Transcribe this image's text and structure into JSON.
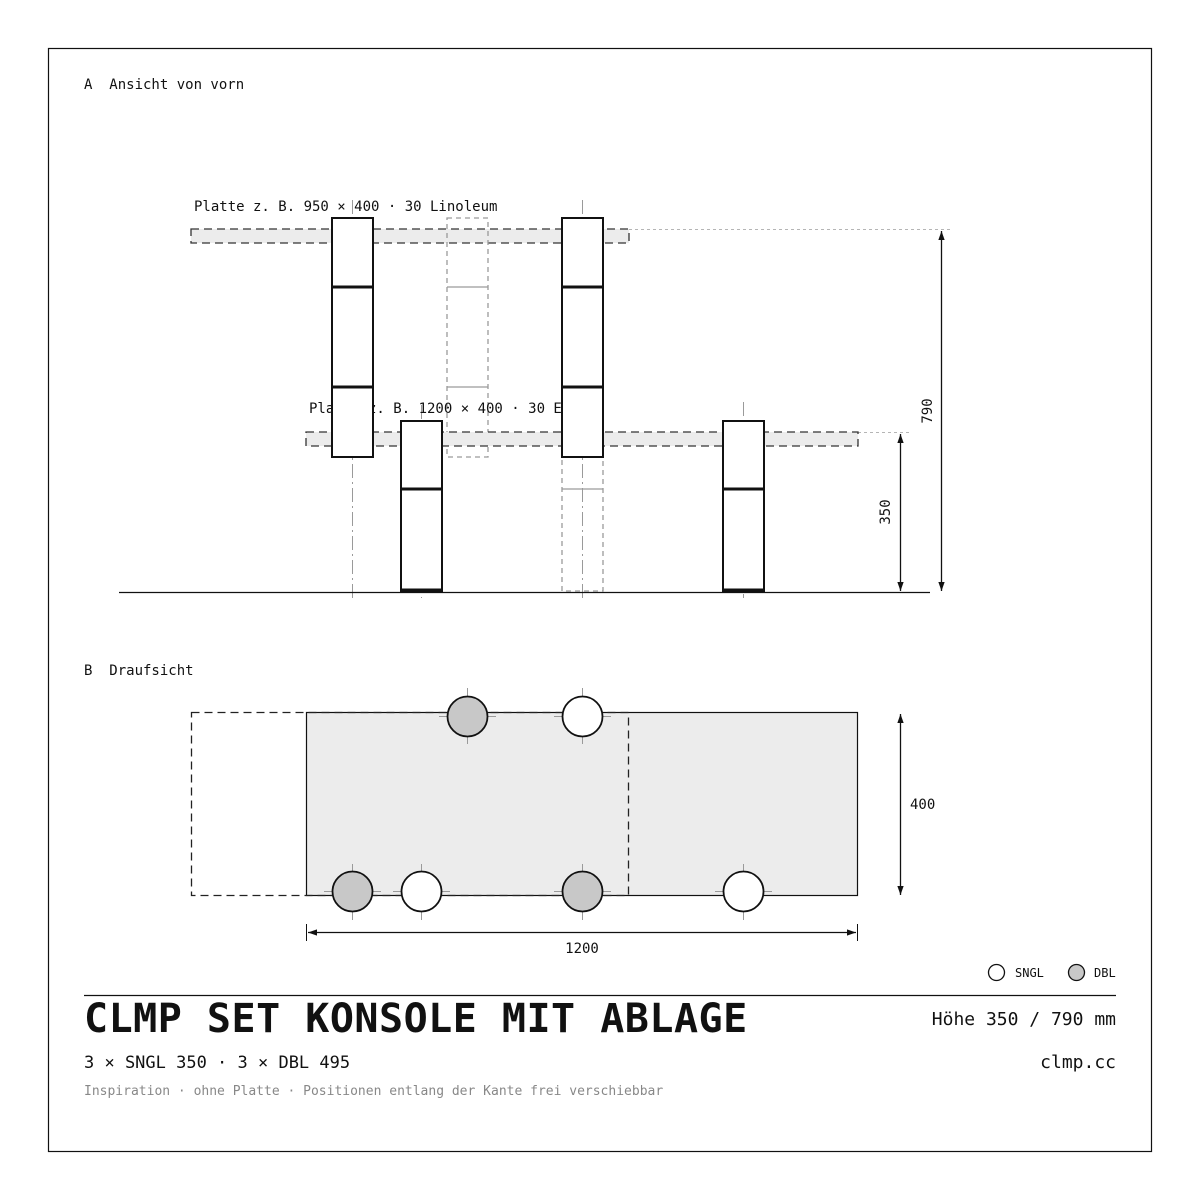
{
  "view_a": {
    "label": "A  Ansicht von vorn",
    "upper_shelf_label": "Platte z. B. 950 × 400 · 30 Linoleum",
    "lower_shelf_label": "Platte z. B. 1200 × 400 · 30 Eiche",
    "dim_high": "790",
    "dim_low": "350"
  },
  "view_b": {
    "label": "B  Draufsicht",
    "dim_depth": "400",
    "dim_width": "1200"
  },
  "legend": {
    "sngl": "SNGL",
    "dbl": "DBL",
    "colors": {
      "sngl": "#ffffff",
      "dbl": "#c8c8c8"
    }
  },
  "footer": {
    "title": "CLMP SET KONSOLE MIT ABLAGE",
    "height_spec": "Höhe 350 / 790 mm",
    "components": "3 × SNGL 350 · 3 × DBL 495",
    "website": "clmp.cc",
    "note": "Inspiration · ohne Platte · Positionen entlang der Kante frei verschiebbar"
  }
}
